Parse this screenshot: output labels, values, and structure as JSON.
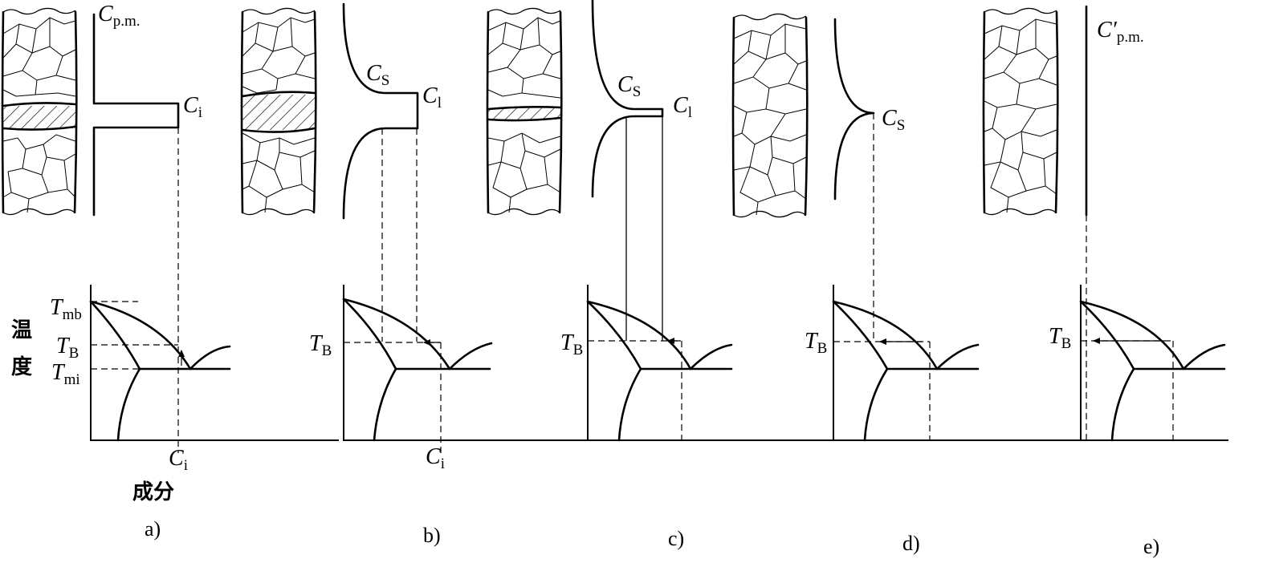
{
  "axes": {
    "y_label_char1": "温",
    "y_label_char2": "度",
    "x_label": "成分"
  },
  "panels": [
    {
      "caption": "a)"
    },
    {
      "caption": "b)"
    },
    {
      "caption": "c)"
    },
    {
      "caption": "d)"
    },
    {
      "caption": "e)"
    }
  ],
  "labels": {
    "cpm_main": "C",
    "cpm_sub": "p.m.",
    "cpm_prime_main": "C′",
    "cpm_prime_sub": "p.m.",
    "ci_main": "C",
    "ci_sub": "i",
    "cs_main": "C",
    "cs_sub": "S",
    "cl_main": "C",
    "cl_sub": "l",
    "tmb_main": "T",
    "tmb_sub": "mb",
    "tb_main": "T",
    "tb_sub": "B",
    "tmi_main": "T",
    "tmi_sub": "mi"
  }
}
